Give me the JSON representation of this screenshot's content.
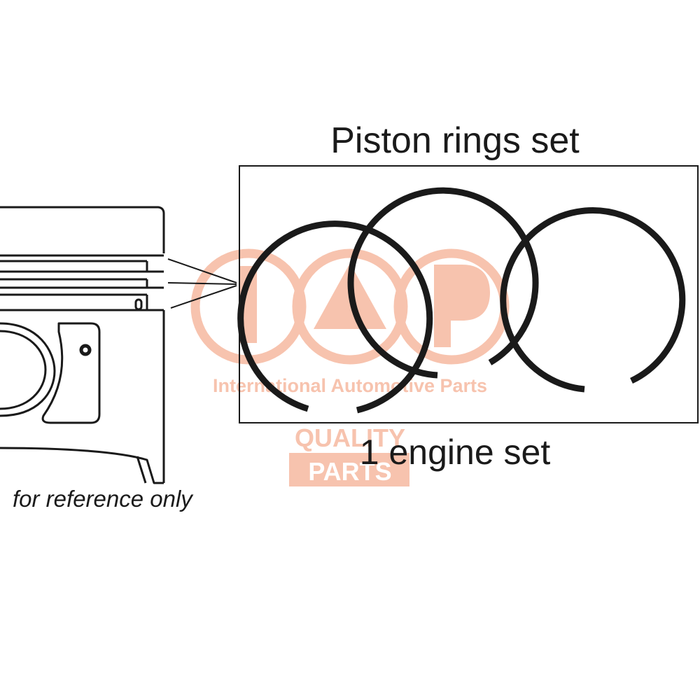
{
  "diagram": {
    "title": "Piston rings set",
    "caption": "1 engine set",
    "reference_note": "for reference only"
  },
  "watermark": {
    "brand": "IAP",
    "full_name": "International Automotive Parts",
    "badge_top": "QUALITY",
    "badge_bottom": "PARTS",
    "color": "#f7c3ae"
  },
  "colors": {
    "ink": "#1a1a1a",
    "background": "#ffffff"
  }
}
